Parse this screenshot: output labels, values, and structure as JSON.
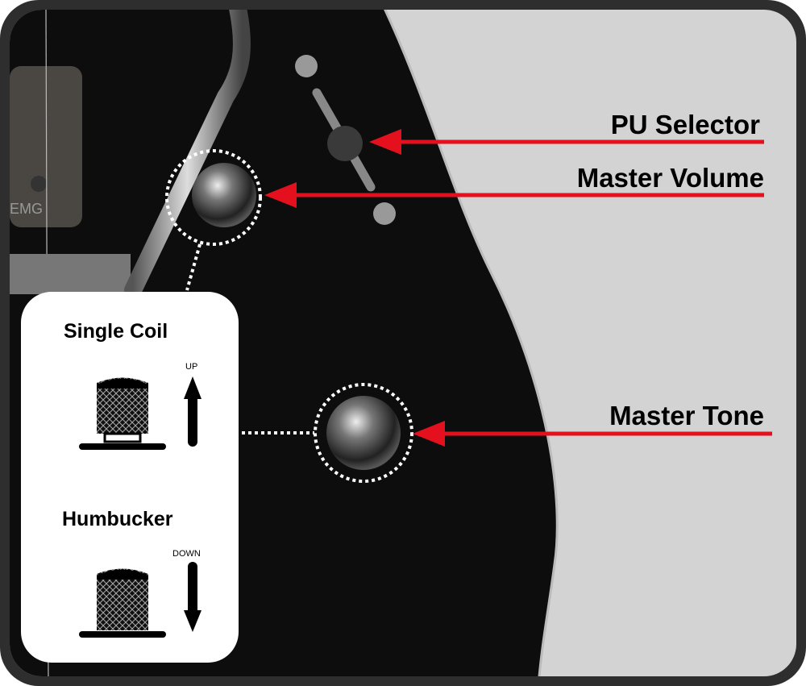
{
  "labels": {
    "pu_selector": "PU Selector",
    "master_volume": "Master Volume",
    "master_tone": "Master Tone"
  },
  "inset": {
    "single_coil": {
      "title": "Single Coil",
      "direction": "UP"
    },
    "humbucker": {
      "title": "Humbucker",
      "direction": "DOWN"
    }
  },
  "pickup_brand": "EMG",
  "colors": {
    "arrow": "#e4101e",
    "body": "#0d0d0d",
    "background": "#d3d3d3",
    "frame": "#2e2e2e"
  }
}
